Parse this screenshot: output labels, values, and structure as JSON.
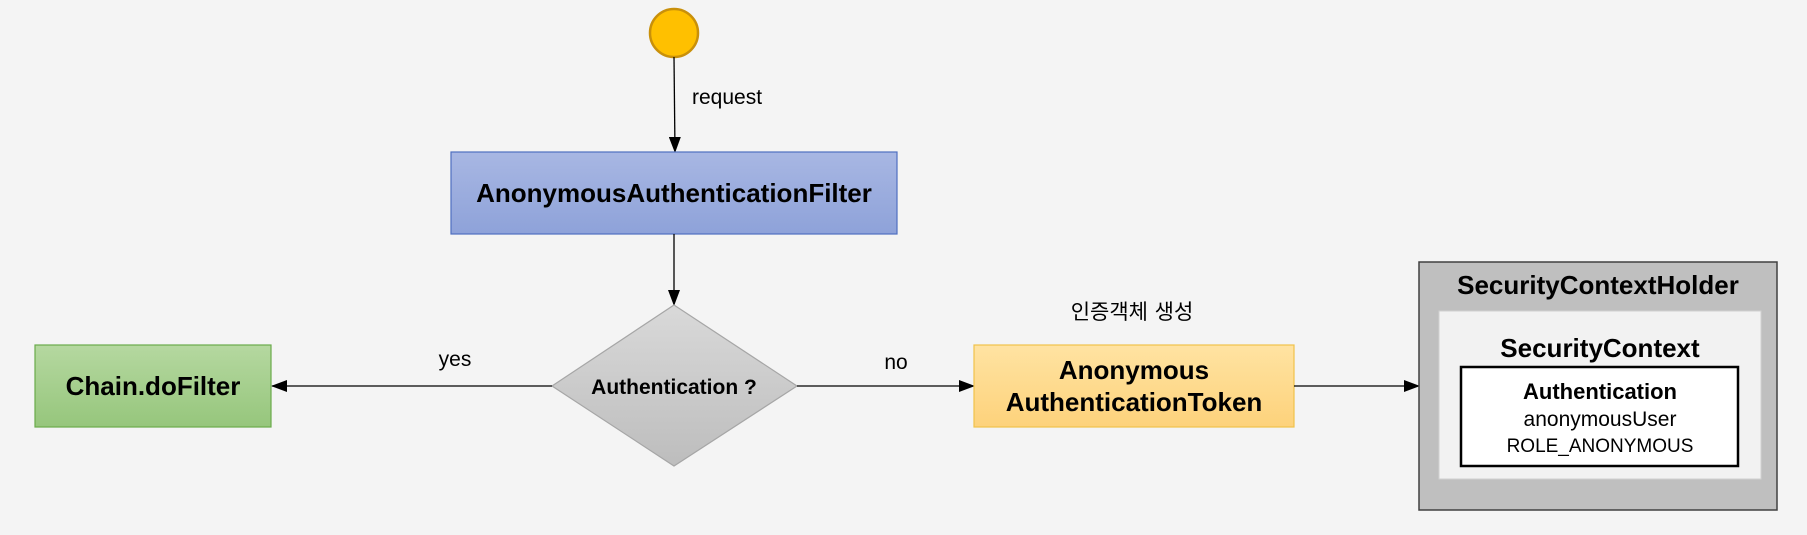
{
  "start_node": {
    "edge_label": "request"
  },
  "filter_box": {
    "label": "AnonymousAuthenticationFilter"
  },
  "decision": {
    "label": "Authentication ?",
    "yes_label": "yes",
    "no_label": "no"
  },
  "chain_box": {
    "label": "Chain.doFilter"
  },
  "token_box": {
    "note": "인증객체 생성",
    "line1": "Anonymous",
    "line2": "AuthenticationToken"
  },
  "holder": {
    "title": "SecurityContextHolder",
    "context_title": "SecurityContext",
    "auth_title": "Authentication",
    "principal": "anonymousUser",
    "role": "ROLE_ANONYMOUS"
  },
  "colors": {
    "background": "#f4f4f4",
    "start_fill": "#ffc000",
    "start_stroke": "#c9900a",
    "filter_gradient": [
      "#a8b7e3",
      "#8ea2d9"
    ],
    "decision_gradient": [
      "#d9d9d9",
      "#bdbdbd"
    ],
    "chain_gradient": [
      "#b5d8a0",
      "#96c67c"
    ],
    "token_gradient": [
      "#ffe3a2",
      "#fdd27b"
    ],
    "holder_fill": "#bfbfbf",
    "context_fill": "#f2f2f2"
  }
}
